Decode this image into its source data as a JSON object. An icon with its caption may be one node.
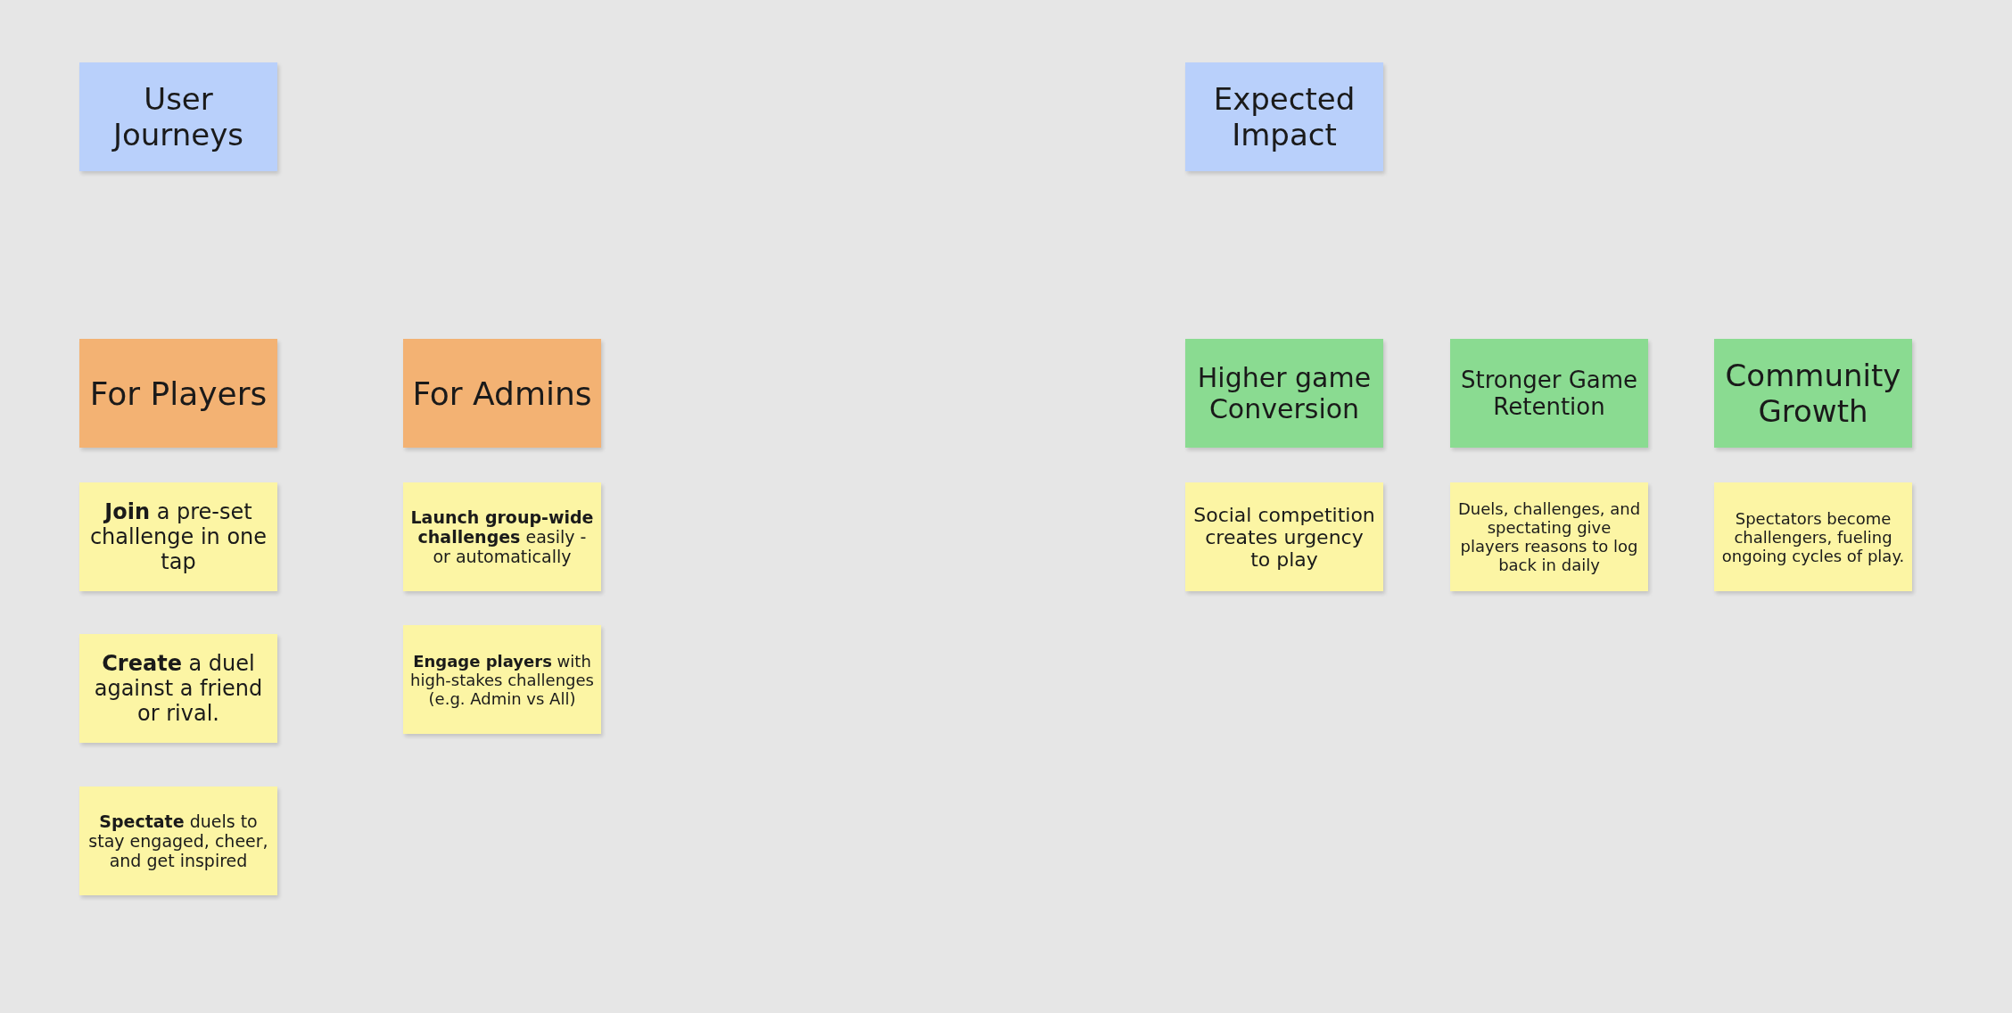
{
  "diagram": {
    "nodes": [
      {
        "text": [
          "User Journeys"
        ]
      },
      {
        "text": [
          "Expected Impact"
        ]
      },
      {
        "text": [
          "For Players"
        ]
      },
      {
        "text": [
          "For Admins"
        ]
      },
      {
        "text": [
          "Higher game Conversion"
        ]
      },
      {
        "text": [
          "Stronger Game Retention"
        ]
      },
      {
        "text": [
          "Community Growth"
        ]
      },
      {
        "text": [
          "**Join** a pre-set challenge in one tap"
        ]
      },
      {
        "text": [
          "**Launch group-wide challenges** easily - or automatically"
        ]
      },
      {
        "text": [
          "Social competition creates urgency to play"
        ]
      },
      {
        "text": [
          "Duels, challenges, and spectating give players reasons to log back in daily"
        ]
      },
      {
        "text": [
          "Spectators become challengers, fueling ongoing cycles of play."
        ]
      },
      {
        "text": [
          "**Create** a duel against a friend or rival."
        ]
      },
      {
        "text": [
          "**Engage players** with high-stakes challenges (e.g. Admin vs All)"
        ]
      },
      {
        "text": [
          "**Spectate** duels to stay engaged, cheer, and get inspired"
        ]
      }
    ]
  }
}
